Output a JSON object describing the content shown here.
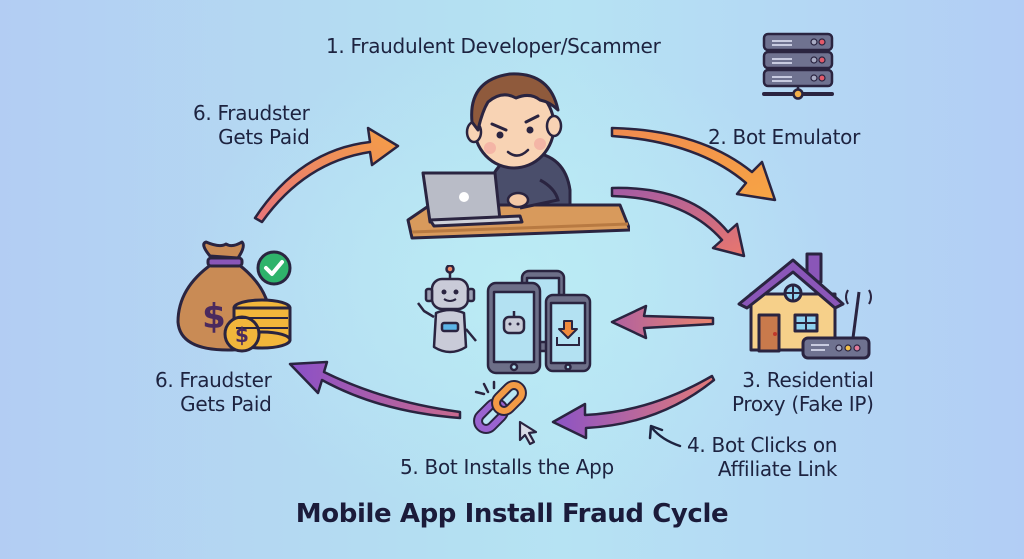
{
  "title": "Mobile App Install Fraud Cycle",
  "steps": {
    "step1": {
      "label": "1. Fraudulent Developer/Scammer",
      "icon": "developer-at-laptop-icon"
    },
    "step2": {
      "label": "2. Bot Emulator",
      "icon": "server-rack-icon"
    },
    "step3": {
      "line1": "3. Residential",
      "line2": "Proxy (Fake IP)",
      "icon": "house-router-icon"
    },
    "step4": {
      "line1": "4. Bot Clicks on",
      "line2": "Affiliate Link",
      "icon": "link-cursor-icon"
    },
    "step5": {
      "label": "5. Bot Installs the App",
      "icon": "robot-phones-icon"
    },
    "step6_top": {
      "line1": "6. Fraudster",
      "line2": "Gets Paid"
    },
    "step6_left": {
      "line1": "6. Fraudster",
      "line2": "Gets Paid",
      "icon": "money-bag-check-icon"
    }
  },
  "colors": {
    "text": "#1d2340",
    "arrow_orange": "#f39a45",
    "arrow_purple": "#8a55c4",
    "arrow_pink": "#d9697a",
    "outline": "#2a2440",
    "server": "#6d7089",
    "house_wall": "#f6d08a",
    "roof": "#8a56b8",
    "check_green": "#2fb36b",
    "coin_gold": "#f2b63b",
    "bag": "#c98b55"
  }
}
